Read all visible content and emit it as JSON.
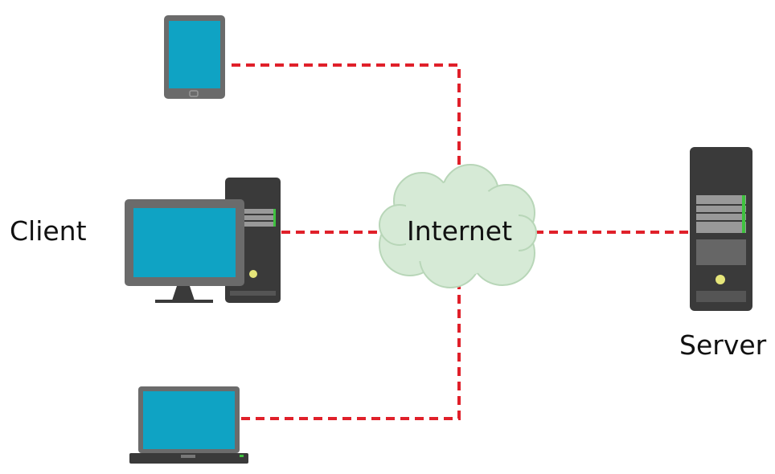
{
  "labels": {
    "client": "Client",
    "internet": "Internet",
    "server": "Server"
  },
  "colors": {
    "link": "#e0202a",
    "screen": "#0fa3c4",
    "frame": "#6b6b6b",
    "case": "#3a3a3a",
    "cloud": "#d6ead6",
    "led": "#3fc23f"
  }
}
